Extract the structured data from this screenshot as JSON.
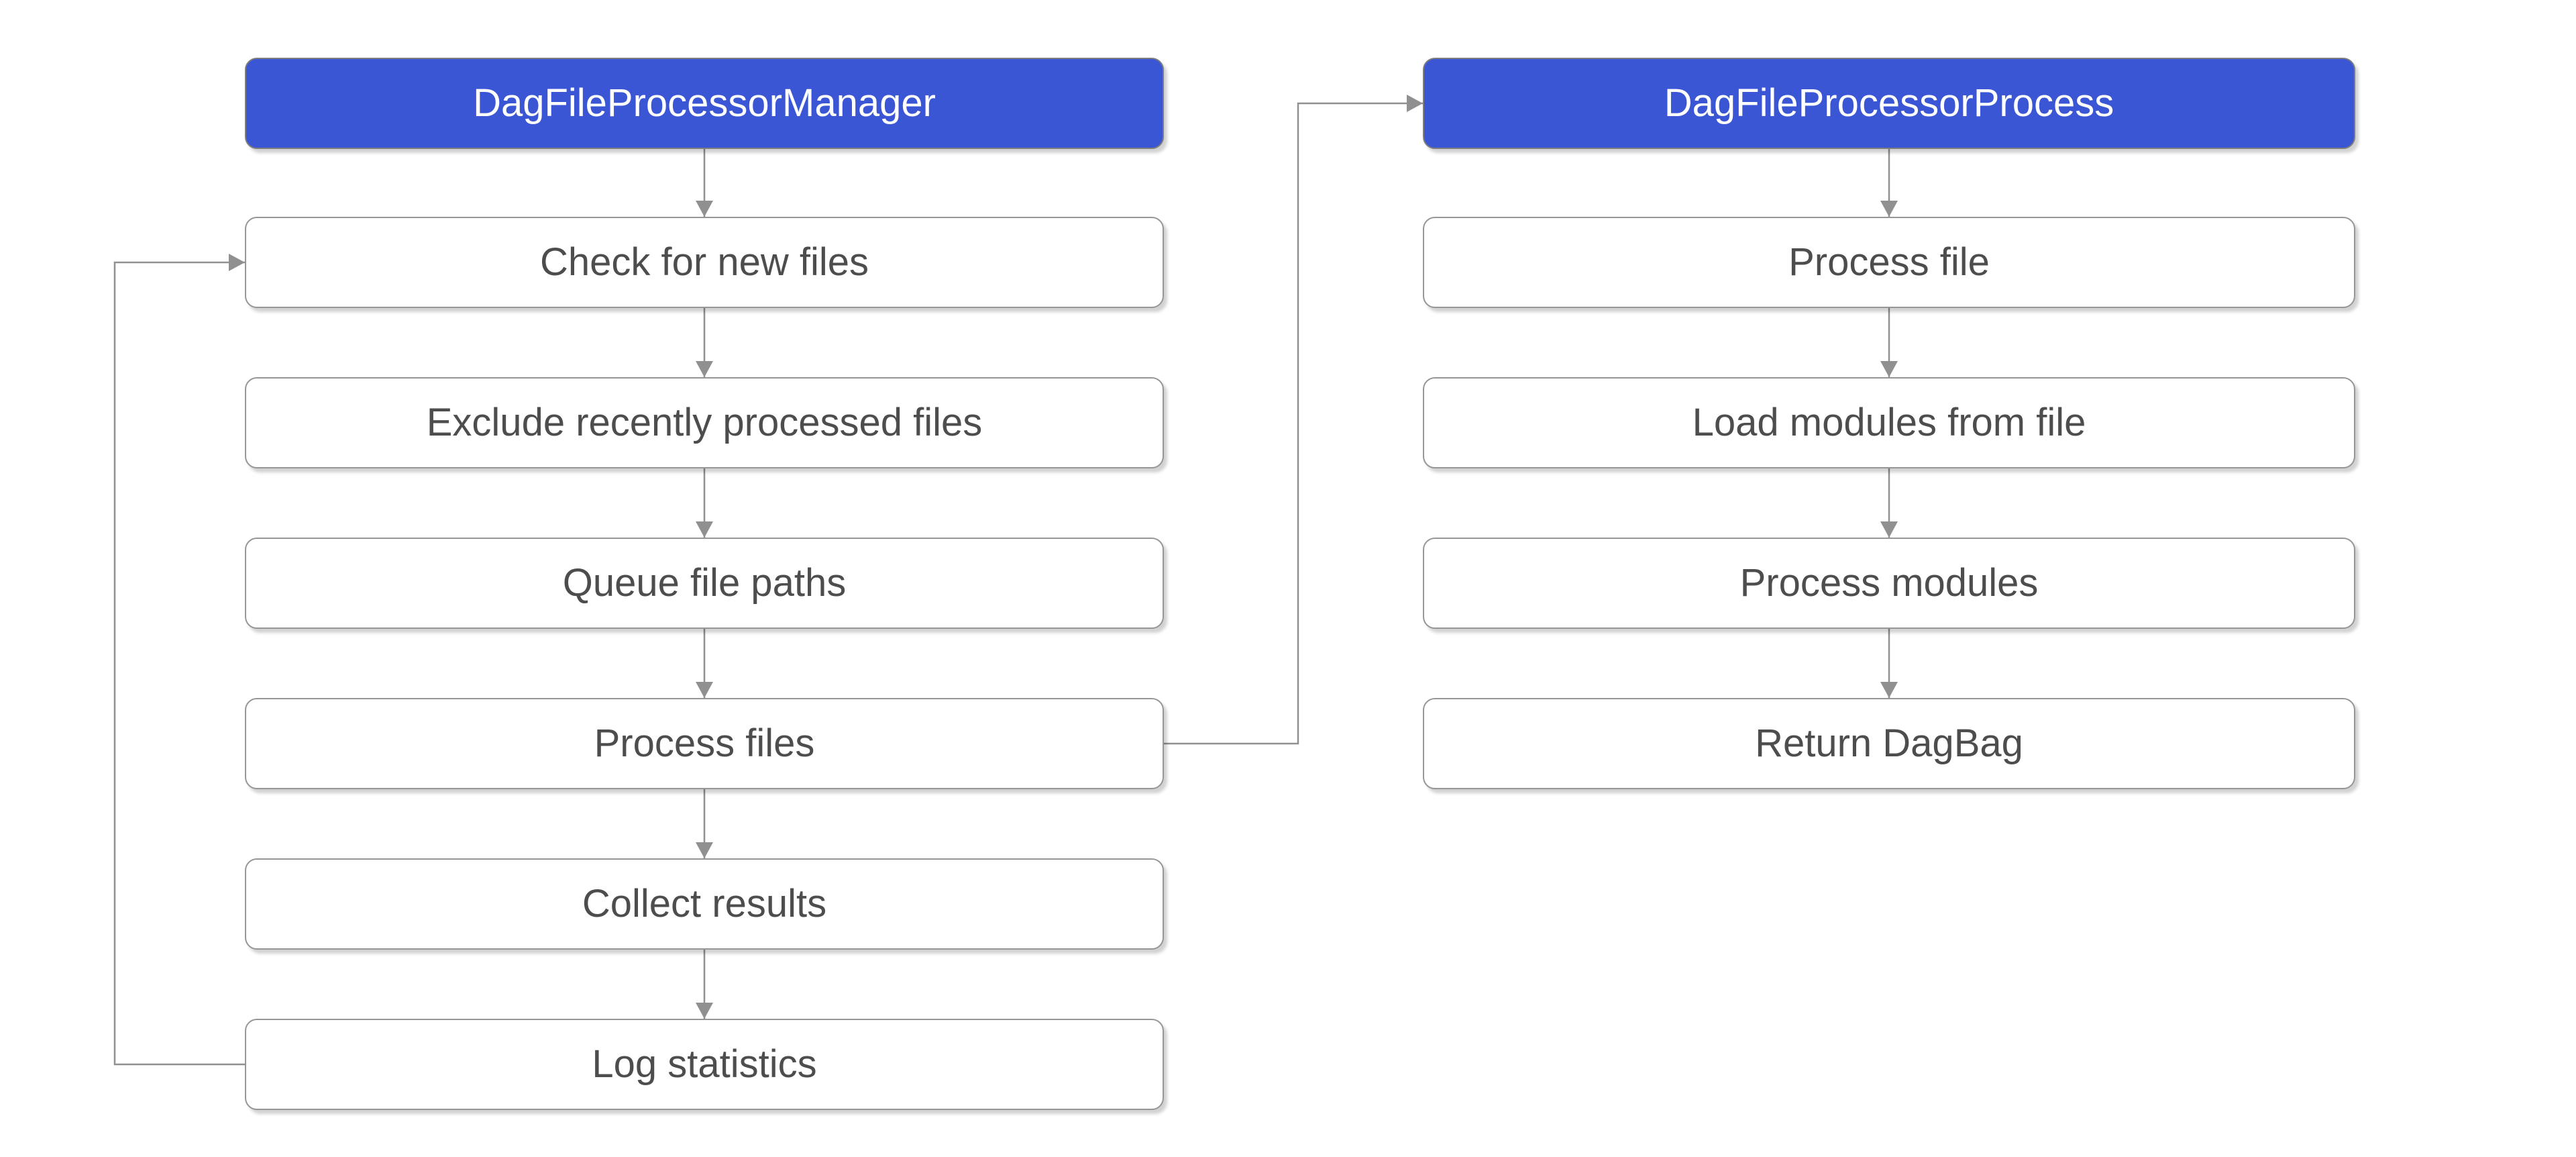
{
  "diagram": {
    "type": "flowchart",
    "columns": [
      {
        "title": "DagFileProcessorManager",
        "steps": [
          "Check for new files",
          "Exclude recently processed files",
          "Queue file paths",
          "Process files",
          "Collect results",
          "Log statistics"
        ]
      },
      {
        "title": "DagFileProcessorProcess",
        "steps": [
          "Process file",
          "Load modules from file",
          "Process modules",
          "Return DagBag"
        ]
      }
    ],
    "edges": [
      {
        "from": "DagFileProcessorManager",
        "to": "Check for new files"
      },
      {
        "from": "Check for new files",
        "to": "Exclude recently processed files"
      },
      {
        "from": "Exclude recently processed files",
        "to": "Queue file paths"
      },
      {
        "from": "Queue file paths",
        "to": "Process files"
      },
      {
        "from": "Process files",
        "to": "Collect results"
      },
      {
        "from": "Collect results",
        "to": "Log statistics"
      },
      {
        "from": "Log statistics",
        "to": "Check for new files",
        "type": "loop-back"
      },
      {
        "from": "Process files",
        "to": "DagFileProcessorProcess",
        "type": "cross-column"
      },
      {
        "from": "DagFileProcessorProcess",
        "to": "Process file"
      },
      {
        "from": "Process file",
        "to": "Load modules from file"
      },
      {
        "from": "Load modules from file",
        "to": "Process modules"
      },
      {
        "from": "Process modules",
        "to": "Return DagBag"
      }
    ]
  },
  "colors": {
    "header_fill": "#3A56D4",
    "header_text": "#FFFFFF",
    "header_border": "#7D7D7D",
    "step_fill": "#FFFFFF",
    "step_border": "#969696",
    "step_text": "#4D4D4D",
    "connector_color": "#909090",
    "background": "#FFFFFF"
  }
}
